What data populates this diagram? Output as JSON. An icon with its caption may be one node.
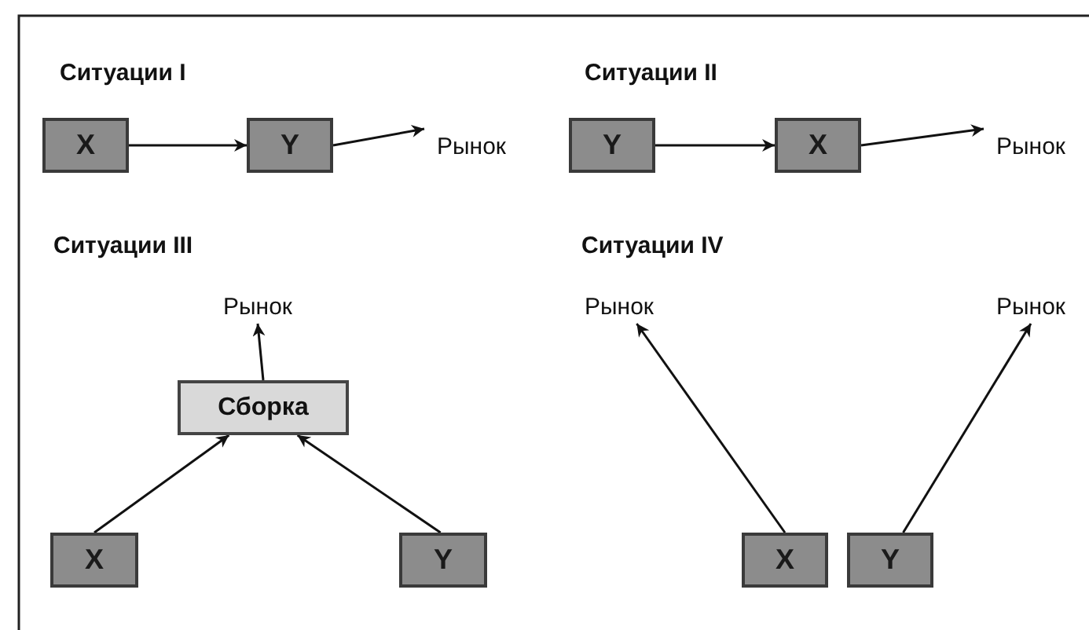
{
  "diagram": {
    "nodes": [
      {
        "text": [
          "X"
        ]
      },
      {
        "text": [
          "Y"
        ]
      },
      {
        "text": [
          "Рынок"
        ]
      },
      {
        "text": [
          "Y"
        ]
      },
      {
        "text": [
          "X"
        ]
      },
      {
        "text": [
          "Рынок"
        ]
      },
      {
        "text": [
          "Рынок"
        ]
      },
      {
        "text": [
          "Сборка"
        ]
      },
      {
        "text": [
          "X"
        ]
      },
      {
        "text": [
          "Y"
        ]
      },
      {
        "text": [
          "Рынок"
        ]
      },
      {
        "text": [
          "Рынок"
        ]
      },
      {
        "text": [
          "X"
        ]
      },
      {
        "text": [
          "Y"
        ]
      }
    ],
    "edges": [
      {
        "from": 0,
        "to": 1,
        "arrow": "to"
      },
      {
        "from": 1,
        "to": 2,
        "arrow": "to"
      },
      {
        "from": 3,
        "to": 4,
        "arrow": "to"
      },
      {
        "from": 4,
        "to": 5,
        "arrow": "to"
      },
      {
        "from": 7,
        "to": 6,
        "arrow": "to"
      },
      {
        "from": 8,
        "to": 7,
        "arrow": "to"
      },
      {
        "from": 9,
        "to": 7,
        "arrow": "to"
      },
      {
        "from": 12,
        "to": 10,
        "arrow": "to"
      },
      {
        "from": 13,
        "to": 11,
        "arrow": "to"
      }
    ],
    "labels": [
      "Ситуации I",
      "Ситуации II",
      "Ситуации III",
      "Ситуации IV"
    ]
  }
}
